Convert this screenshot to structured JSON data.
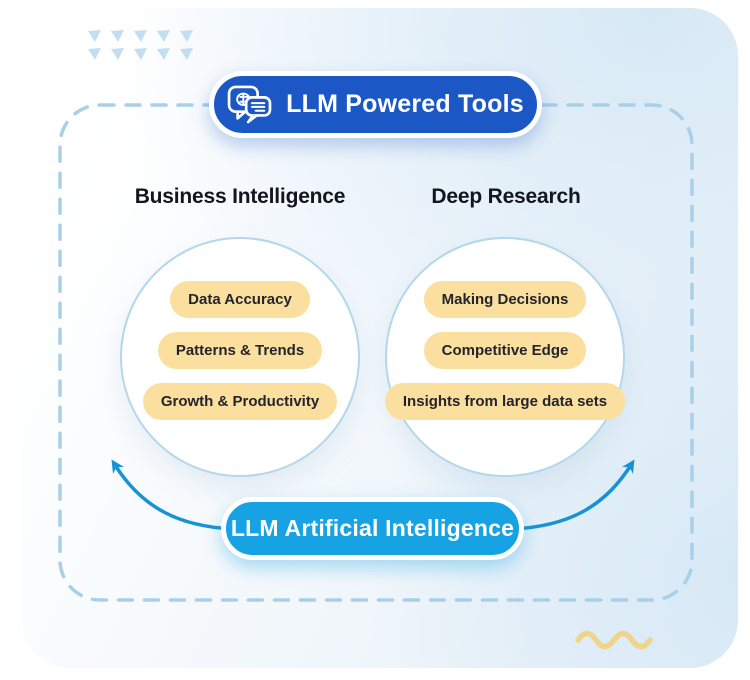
{
  "header": {
    "title": "LLM Powered Tools",
    "icon": "chat-brain-icon"
  },
  "columns": [
    {
      "title": "Business Intelligence",
      "items": [
        "Data Accuracy",
        "Patterns & Trends",
        "Growth & Productivity"
      ]
    },
    {
      "title": "Deep Research",
      "items": [
        "Making Decisions",
        "Competitive Edge",
        "Insights from large data sets"
      ]
    }
  ],
  "footer": {
    "title": "LLM Artificial Intelligence"
  },
  "colors": {
    "header_pill": "#1C57C6",
    "footer_pill": "#17A3E3",
    "item_pill": "#FBDF9E",
    "arrow": "#1792D6",
    "dashed_border": "#AACFE9",
    "circle_border": "#B3D7EB",
    "card_tint": "#D7E9F6",
    "squiggle": "#F0D48C",
    "triangles": "#C2DEF0",
    "heading_text": "#13161F",
    "pill_text": "#23242B"
  }
}
